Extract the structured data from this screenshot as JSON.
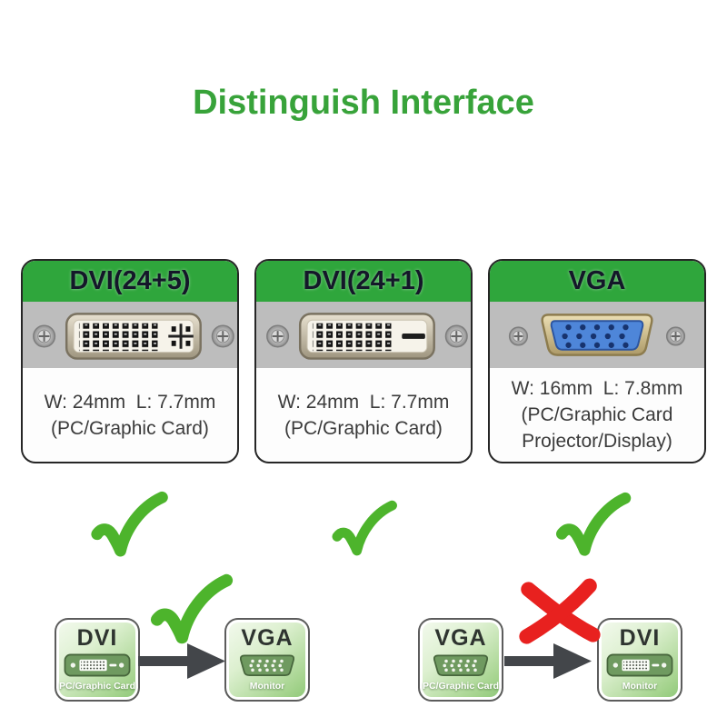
{
  "title": "Distinguish Interface",
  "colors": {
    "title_green": "#38a33a",
    "header_green": "#2fa63c",
    "check_green": "#4db42c",
    "cross_red": "#e8211f",
    "connector_band_gray": "#bdbdbd",
    "vga_blue": "#4e86d9",
    "arrow_gray": "#43464a",
    "mini_box_green": "#8cc775"
  },
  "cards": [
    {
      "header": "DVI(24+5)",
      "line1": "W: 24mm  L: 7.7mm",
      "line2": "(PC/Graphic Card)",
      "line3": ""
    },
    {
      "header": "DVI(24+1)",
      "line1": "W: 24mm  L: 7.7mm",
      "line2": "(PC/Graphic Card)",
      "line3": ""
    },
    {
      "header": "VGA",
      "line1": "W: 16mm  L: 7.8mm",
      "line2": "(PC/Graphic Card",
      "line3": "Projector/Display)"
    }
  ],
  "verdicts": [
    "check",
    "check",
    "check"
  ],
  "diagrams": [
    {
      "source_label": "DVI",
      "source_sublabel": "PC/Graphic Card",
      "result": "check",
      "target_label": "VGA",
      "target_sublabel": "Monitor"
    },
    {
      "source_label": "VGA",
      "source_sublabel": "PC/Graphic Card",
      "result": "cross",
      "target_label": "DVI",
      "target_sublabel": "Monitor"
    }
  ]
}
